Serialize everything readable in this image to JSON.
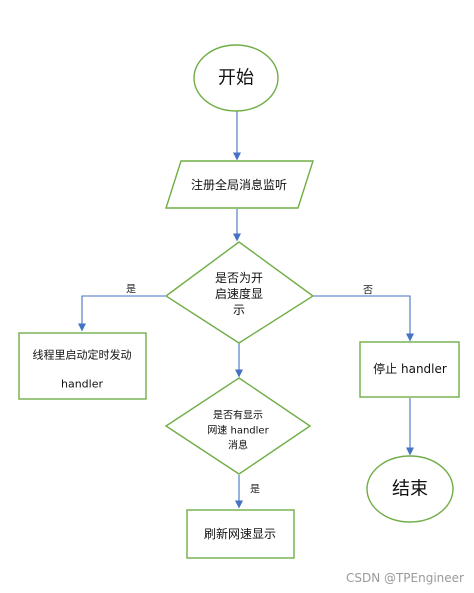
{
  "flowchart": {
    "nodes": {
      "start": "开始",
      "register": "注册全局消息监听",
      "decision_speed": [
        "是否为开",
        "启速度显",
        "示"
      ],
      "start_timer": "线程里启动定时发动",
      "start_timer_handler": "handler",
      "stop_handler": "停止 handler",
      "decision_message": [
        "是否有显示",
        "网速 handler",
        "消息"
      ],
      "refresh": "刷新网速显示",
      "end": "结束"
    },
    "edges": {
      "yes_left": "是",
      "no_right": "否",
      "yes_down": "是"
    }
  },
  "watermark": "CSDN @TPEngineer",
  "colors": {
    "shape_border": "#70ad47",
    "connector": "#4472c4"
  }
}
